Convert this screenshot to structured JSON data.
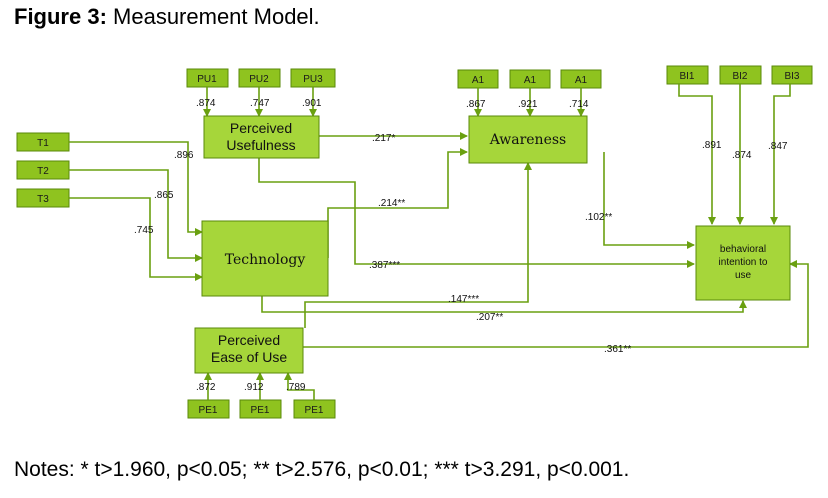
{
  "title": {
    "prefix": "Figure 3:",
    "text": " Measurement Model."
  },
  "notes": "Notes: * t>1.960, p<0.05; ** t>2.576, p<0.01; *** t>3.291, p<0.001.",
  "constructs": {
    "pu": [
      "Perceived",
      "Usefulness"
    ],
    "awareness": "Awareness",
    "technology": "Technology",
    "peou": [
      "Perceived",
      "Ease of Use"
    ],
    "bi": [
      "behavioral",
      "intention to",
      "use"
    ]
  },
  "indicators": {
    "pu": [
      "PU1",
      "PU2",
      "PU3"
    ],
    "a": [
      "A1",
      "A1",
      "A1"
    ],
    "bi": [
      "BI1",
      "BI2",
      "BI3"
    ],
    "t": [
      "T1",
      "T2",
      "T3"
    ],
    "pe": [
      "PE1",
      "PE1",
      "PE1"
    ]
  },
  "loadings": {
    "pu": [
      ".874",
      ".747",
      ".901"
    ],
    "a": [
      ".867",
      ".921",
      ".714"
    ],
    "bi": [
      ".891",
      ".874",
      ".847"
    ],
    "t": [
      ".896",
      ".865",
      ".745"
    ],
    "pe": [
      ".872",
      ".912",
      ".789"
    ]
  },
  "paths": {
    "pu_aw": ".217*",
    "tech_aw": ".214**",
    "aw_bi": ".102**",
    "pu_bi": ".387***",
    "peou_aw": ".147***",
    "tech_bi": ".207**",
    "peou_bi": ".361**"
  },
  "colors": {
    "box_fill": "#8fc31f",
    "latent_fill": "#a6d63a",
    "line": "#6aa010",
    "border": "#5a8a0a"
  }
}
